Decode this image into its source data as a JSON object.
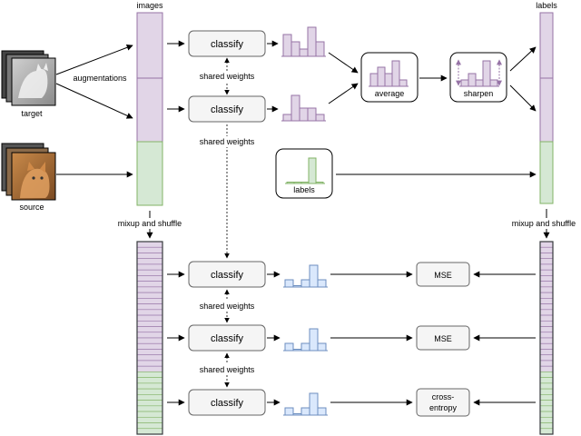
{
  "labels": {
    "images": "images",
    "labels_top": "labels",
    "augmentations": "augmentations",
    "target": "target",
    "source": "source",
    "mixup_left": "mixup and shuffle",
    "mixup_right": "mixup and shuffle",
    "classify": "classify",
    "shared_weights": "shared weights",
    "average": "average",
    "sharpen": "sharpen",
    "labels_box": "labels",
    "mse": "MSE",
    "cross_entropy_1": "cross-",
    "cross_entropy_2": "entropy"
  },
  "colors": {
    "purple_fill": "#e1d5e7",
    "purple_stroke": "#9673a6",
    "green_fill": "#d5e8d4",
    "green_stroke": "#82b366",
    "blue_fill": "#dae8fc",
    "blue_stroke": "#6c8ebf",
    "dark_stroke": "#36393d",
    "box_fill": "#f5f5f5",
    "box_stroke": "#666666"
  },
  "histograms": {
    "purple_1": [
      3,
      2,
      1,
      4,
      2
    ],
    "purple_2": [
      1,
      4,
      2,
      2,
      1
    ],
    "average": [
      2,
      3,
      2,
      4,
      1
    ],
    "sharpen": [
      1,
      2,
      1,
      4,
      1
    ],
    "labels": [
      0,
      0,
      0,
      4,
      0
    ],
    "blue": [
      1,
      0,
      1,
      3,
      1
    ]
  }
}
